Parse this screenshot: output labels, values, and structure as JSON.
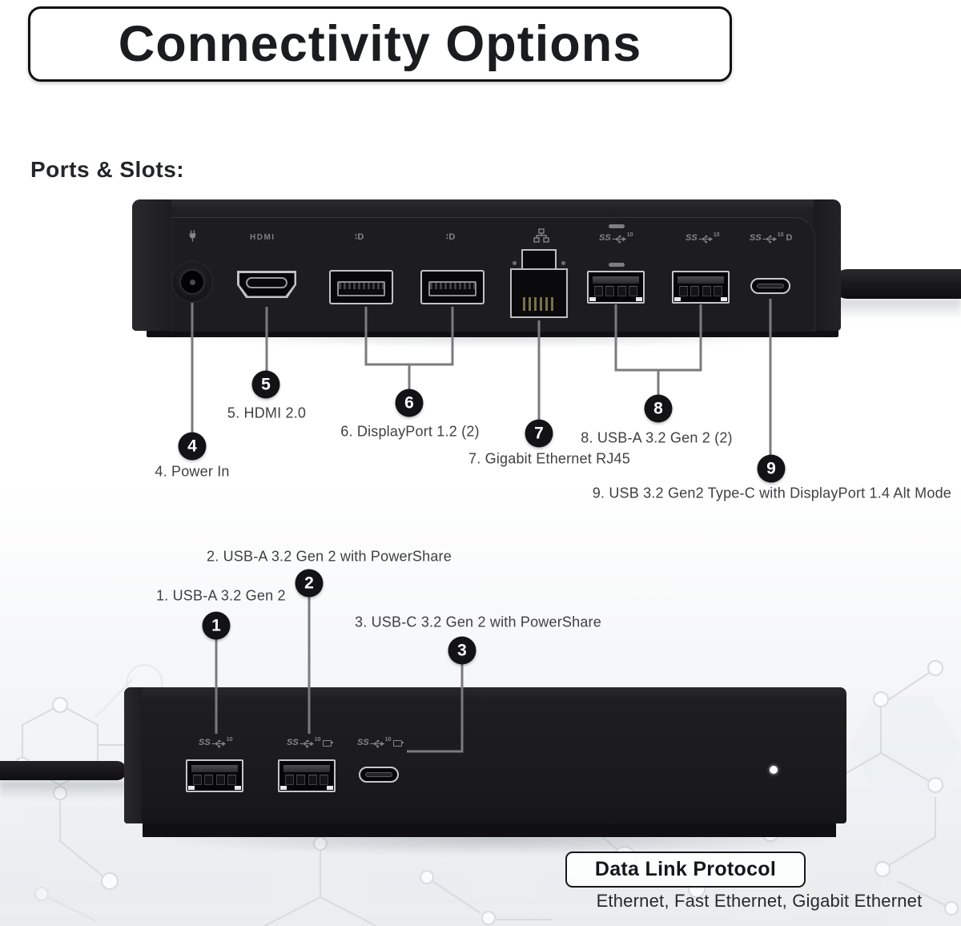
{
  "title": "Connectivity Options",
  "section_heading": "Ports & Slots:",
  "device": {
    "panel_icons": {
      "power": "power-plug-icon",
      "hdmi_label": "HDMI",
      "displayport_glyph": "∶D",
      "ethernet": "ethernet-network-icon",
      "superspeed": "SS",
      "superspeed_speed": "10",
      "usbc_dp_letter": "D"
    }
  },
  "back_view": {
    "callouts": [
      {
        "num": "4",
        "label": "4. Power In"
      },
      {
        "num": "5",
        "label": "5. HDMI 2.0"
      },
      {
        "num": "6",
        "label": "6. DisplayPort 1.2 (2)"
      },
      {
        "num": "7",
        "label": "7. Gigabit Ethernet RJ45"
      },
      {
        "num": "8",
        "label": "8. USB-A 3.2 Gen 2 (2)"
      },
      {
        "num": "9",
        "label": "9. USB 3.2 Gen2 Type-C with DisplayPort 1.4 Alt Mode"
      }
    ]
  },
  "front_view": {
    "callouts": [
      {
        "num": "1",
        "label": "1. USB-A 3.2 Gen 2"
      },
      {
        "num": "2",
        "label": "2. USB-A 3.2 Gen 2 with PowerShare"
      },
      {
        "num": "3",
        "label": "3. USB-C 3.2 Gen 2 with PowerShare"
      }
    ]
  },
  "footer": {
    "box_label": "Data Link Protocol",
    "protocols": "Ethernet, Fast Ethernet, Gigabit Ethernet"
  },
  "colors": {
    "dock_body": "#1b1b1e",
    "leader_line": "#7b7b7e",
    "callout_circle": "#131315",
    "label_text": "#404043"
  }
}
